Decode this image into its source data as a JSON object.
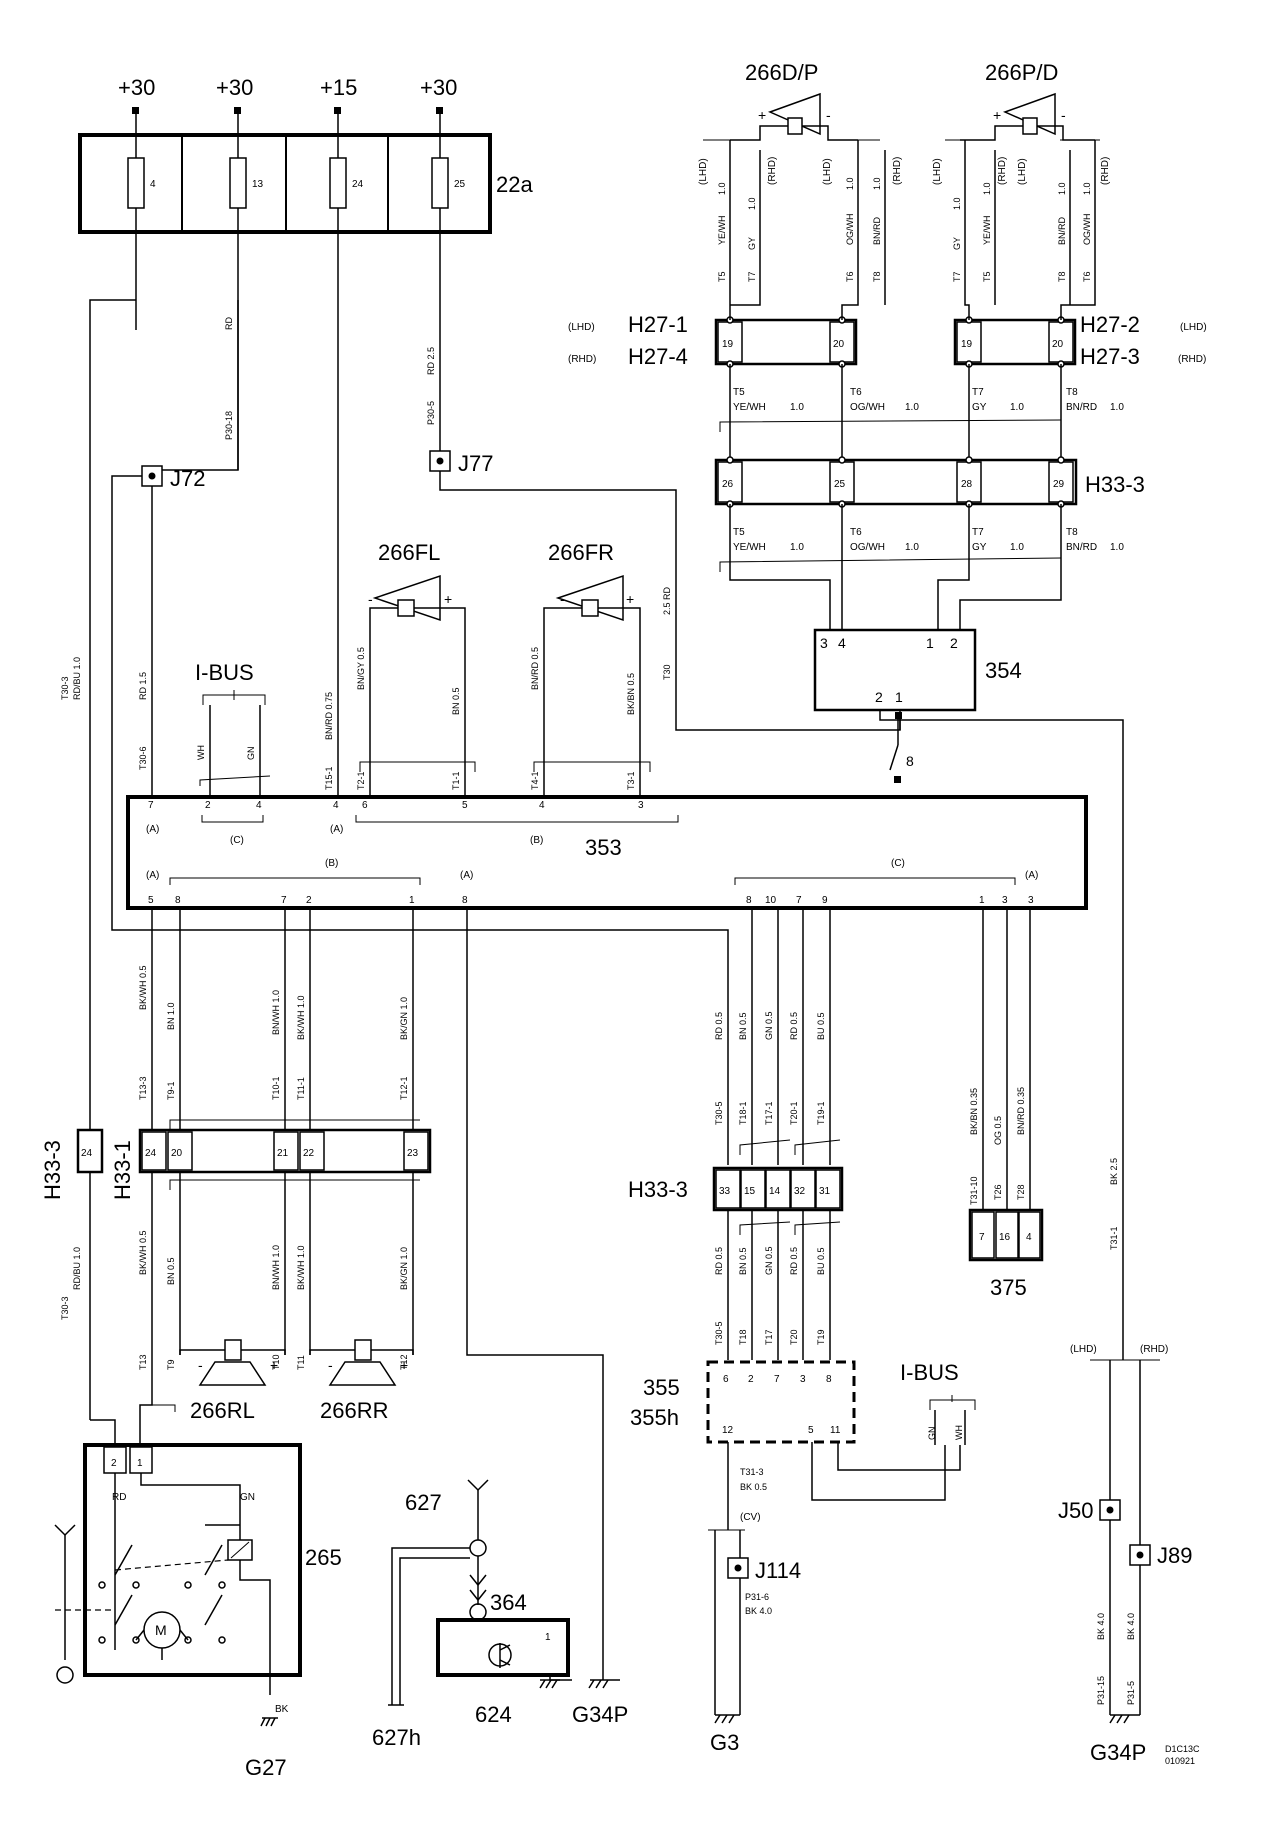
{
  "power": {
    "p1": "+30",
    "p2": "+30",
    "p3": "+15",
    "p4": "+30"
  },
  "fusebox": {
    "id": "22a",
    "fuses": [
      "4",
      "13",
      "24",
      "25"
    ]
  },
  "splices": {
    "j72": "J72",
    "j77": "J77",
    "j114": "J114",
    "j50": "J50",
    "j89": "J89"
  },
  "speakers": {
    "dp": "266D/P",
    "pd": "266P/D",
    "fl": "266FL",
    "fr": "266FR",
    "rl": "266RL",
    "rr": "266RR"
  },
  "connectors": {
    "h27_1": "H27-1",
    "h27_4": "H27-4",
    "h27_2": "H27-2",
    "h27_3": "H27-3",
    "h33_3": "H33-3",
    "h33_1": "H33-1"
  },
  "components": {
    "c353": "353",
    "c354": "354",
    "c355": "355",
    "c355h": "355h",
    "c375": "375",
    "c265": "265",
    "c364": "364",
    "c627": "627",
    "c627h": "627h",
    "c624": "624"
  },
  "grounds": {
    "g27": "G27",
    "g3": "G3",
    "g34p": "G34P"
  },
  "labels": {
    "ibus": "I-BUS",
    "lhd": "(LHD)",
    "rhd": "(RHD)",
    "cv": "(CV)",
    "plus": "+",
    "minus": "-",
    "a": "(A)",
    "b": "(B)",
    "c": "(C)",
    "m": "M",
    "eight": "8",
    "one": "1"
  },
  "wires": {
    "rd25": "RD 2.5",
    "p30_18": "P30-18",
    "p30_5": "P30-5",
    "rd25b": "2.5  RD",
    "t30": "T30",
    "rdbu": "RD/BU  1.0",
    "t30_3": "T30-3",
    "t30_6": "T30-6",
    "rd15": "RD  1.5",
    "t15_1": "T15-1",
    "bnrd075": "BN/RD  0.75",
    "t2_1": "T2-1",
    "bngy": "BN/GY  0.5",
    "t1_1": "T1-1",
    "bn05": "BN  0.5",
    "t4_1": "T4-1",
    "bnrd05": "BN/RD  0.5",
    "t3_1": "T3-1",
    "bkbn": "BK/BN  0.5",
    "wh": "WH",
    "gn": "GN",
    "t5": "T5",
    "t6": "T6",
    "t7": "T7",
    "t8": "T8",
    "yewh": "YE/WH",
    "ogwh": "OG/WH",
    "gy": "GY",
    "bnrd": "BN/RD",
    "v10": "1.0",
    "t13_3": "T13-3",
    "bkwh": "BK/WH  0.5",
    "t9_1": "T9-1",
    "bn10": "BN  1.0",
    "t10_1": "T10-1",
    "bnwh": "BN/WH  1.0",
    "t11_1": "T11-1",
    "bkwh10": "BK/WH  1.0",
    "t12_1": "T12-1",
    "bkgn": "BK/GN  1.0",
    "t13": "T13",
    "t9": "T9",
    "bn05b": "BN  0.5",
    "t10": "T10",
    "t11": "T11",
    "t12": "T12",
    "t30_5": "T30-5",
    "rd05": "RD  0.5",
    "t18_1": "T18-1",
    "t17_1": "T17-1",
    "gn05": "GN  0.5",
    "t20_1": "T20-1",
    "t19_1": "T19-1",
    "bu05": "BU  0.5",
    "t18": "T18",
    "t17": "T17",
    "t20": "T20",
    "t19": "T19",
    "t31_10": "T31-10",
    "bkbn035": "BK/BN  0.35",
    "t26": "T26",
    "og05": "OG  0.5",
    "t28": "T28",
    "bnrd035": "BN/RD  0.35",
    "t31_1": "T31-1",
    "bk25": "BK  2.5",
    "t31_3": "T31-3",
    "bk05": "BK  0.5",
    "p31_6": "P31-6",
    "bk40": "BK  4.0",
    "p31_15": "P31-15",
    "p31_5": "P31-5",
    "bk40v": "BK  4.0",
    "rd_short": "RD",
    "gn_short": "GN",
    "bk_short": "BK"
  },
  "stamp": {
    "code": "D1C13C",
    "date": "010921"
  }
}
